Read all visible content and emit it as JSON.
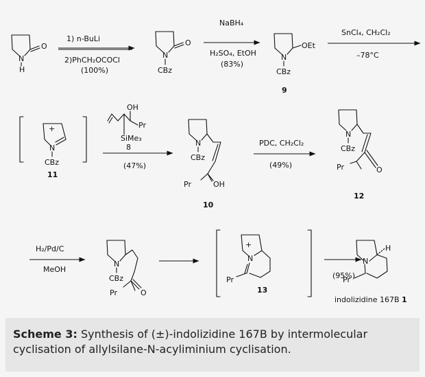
{
  "scheme": {
    "arrow1": {
      "line1": "1) n-BuLi",
      "line2": "2)PhCH₂OCOCl",
      "line3": "(100%)"
    },
    "arrow2": {
      "above": "NaBH₄",
      "below": "H₂SO₄, EtOH",
      "yield": "(83%)"
    },
    "arrow3": {
      "above": "SnCl₄, CH₂Cl₂",
      "below": "–78°C"
    },
    "arrow4": {
      "reagent_oh": "OH",
      "reagent_pr": "Pr",
      "reagent_si": "SiMe₃",
      "reagent_num": "8",
      "yield": "(47%)"
    },
    "arrow5": {
      "above": "PDC, CH₂Cl₂",
      "yield": "(49%)"
    },
    "arrow6": {
      "above": "H₂/Pd/C",
      "below": "MeOH"
    },
    "arrow8": {
      "yield": "(95%)"
    },
    "atoms": {
      "n": "N",
      "h": "H",
      "o": "O",
      "oet": "OEt",
      "cbz": "CBz",
      "pr": "Pr",
      "oh": "OH",
      "plus": "+",
      "h_stereo": "H"
    },
    "compounds": {
      "c9": "9",
      "c11": "11",
      "c10": "10",
      "c12": "12",
      "c13": "13",
      "final_name": "indolizidine 167B",
      "final_num": "1"
    }
  },
  "caption": {
    "label": "Scheme 3:",
    "text": "Synthesis of (±)-indolizidine 167B by intermolecular cyclisation of allylsilane-N-acyliminium cyclisation."
  }
}
